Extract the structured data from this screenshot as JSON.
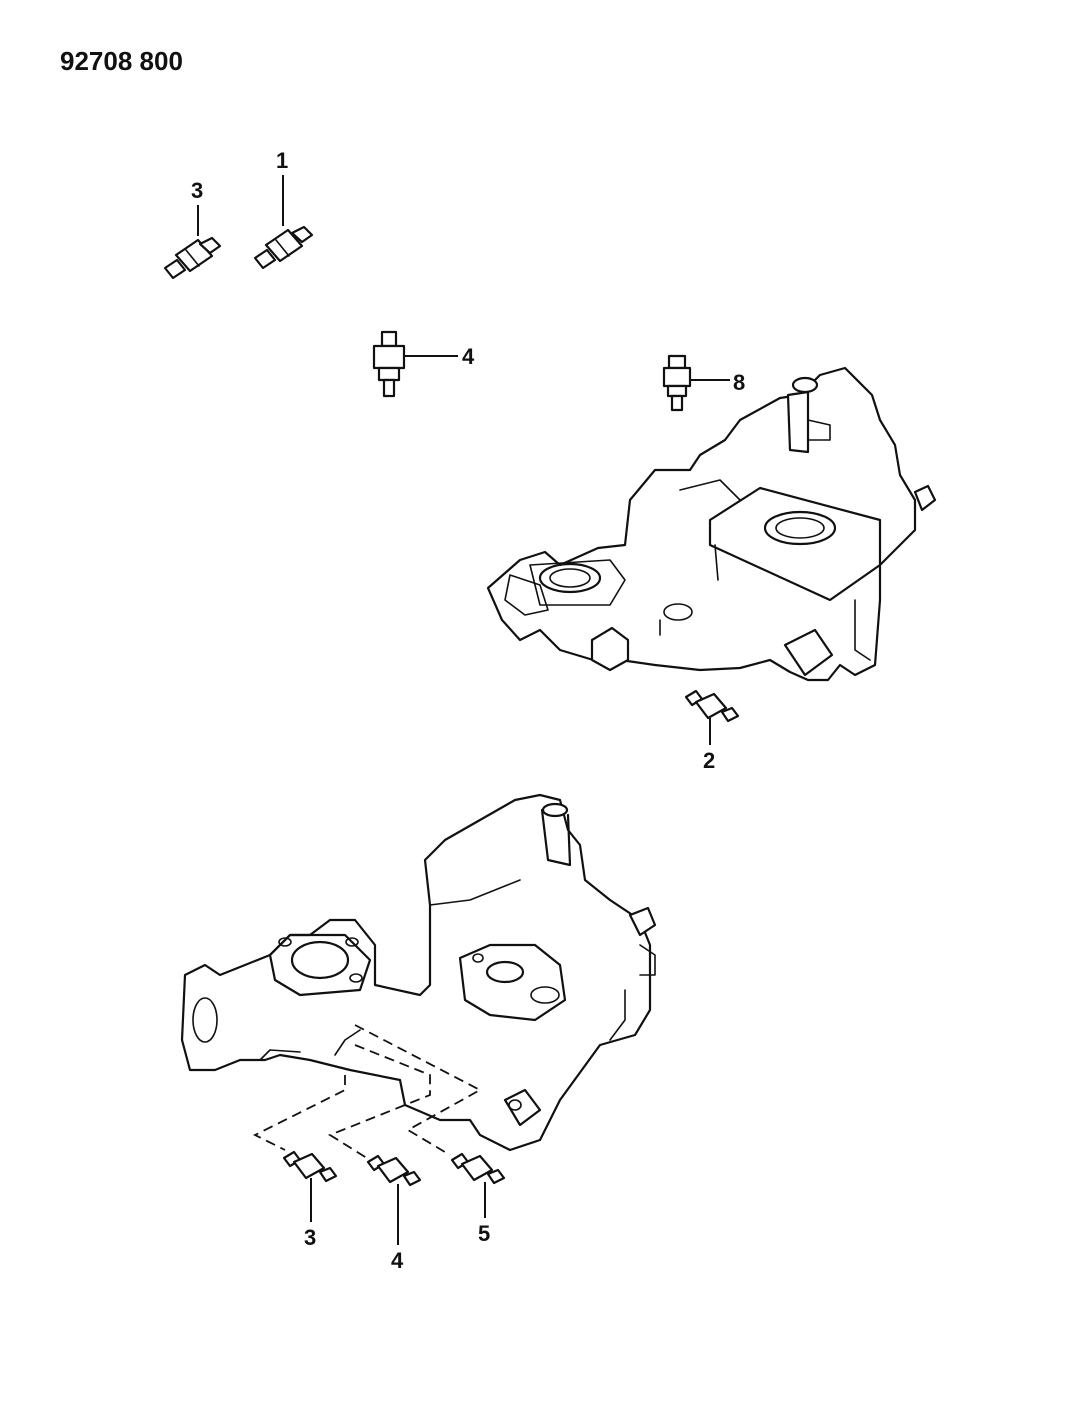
{
  "document": {
    "part_number": "92708 800"
  },
  "callouts": [
    {
      "id": "c1",
      "text": "1"
    },
    {
      "id": "c3a",
      "text": "3"
    },
    {
      "id": "c4a",
      "text": "4"
    },
    {
      "id": "c8",
      "text": "8"
    },
    {
      "id": "c2",
      "text": "2"
    },
    {
      "id": "c3b",
      "text": "3"
    },
    {
      "id": "c4b",
      "text": "4"
    },
    {
      "id": "c5",
      "text": "5"
    }
  ]
}
